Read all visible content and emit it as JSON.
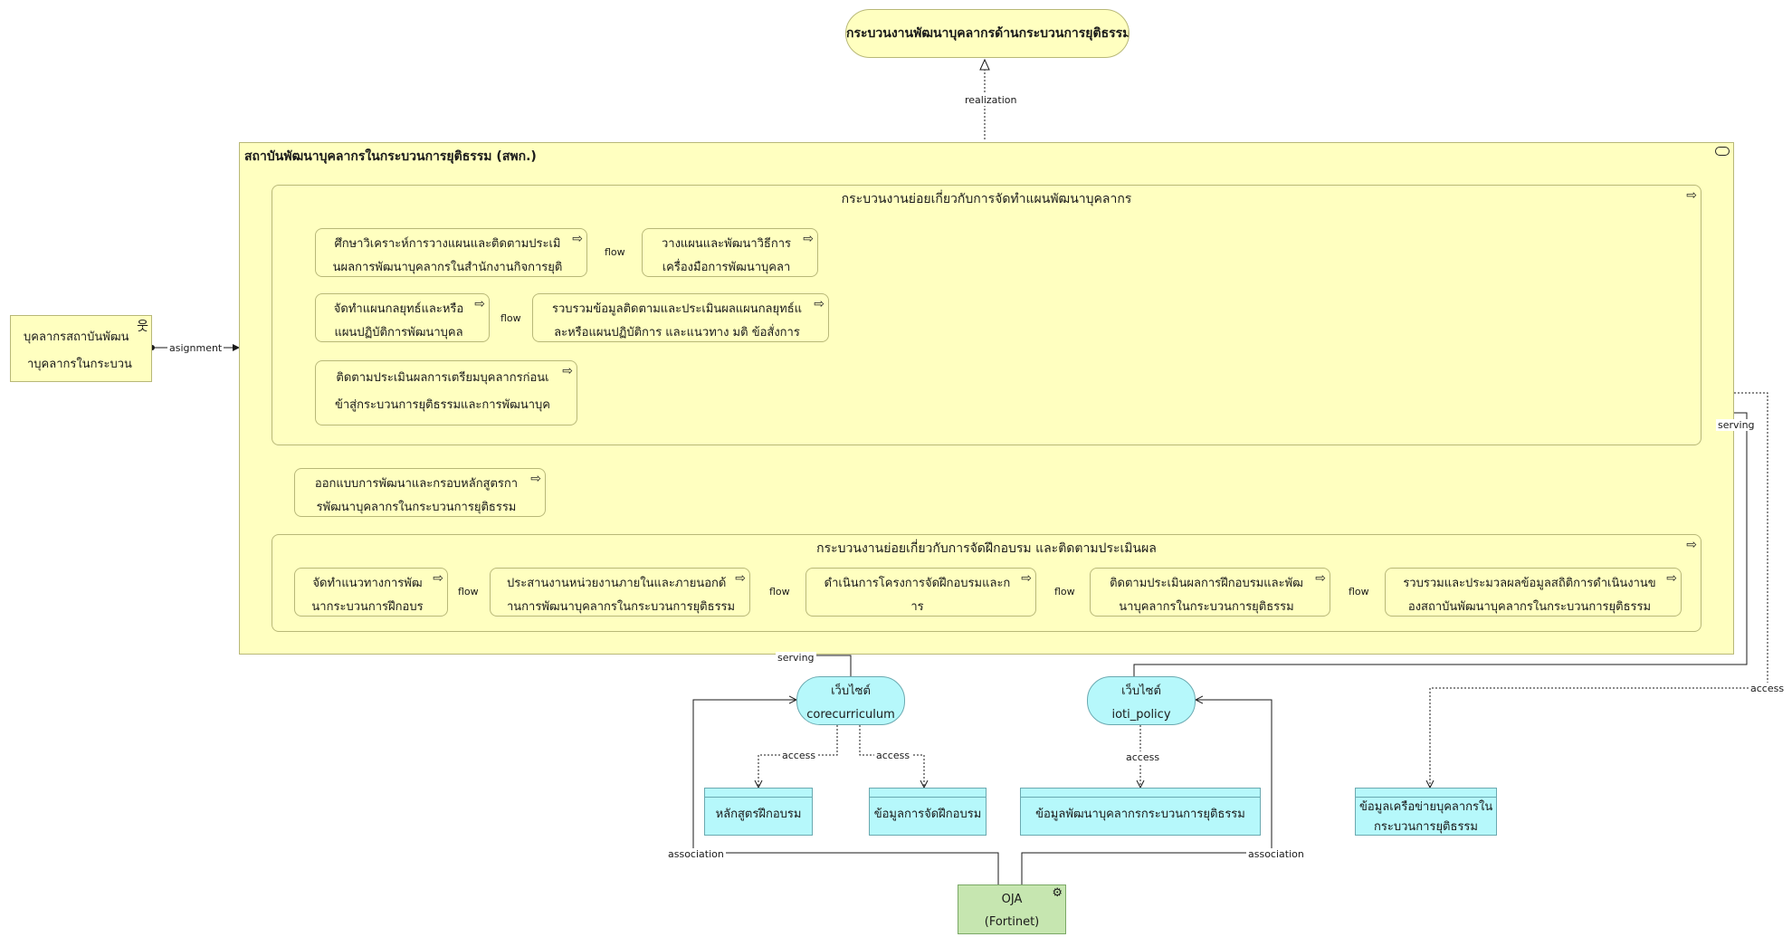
{
  "business_service": {
    "label": "กระบวนงานพัฒนาบุคลากรด้านกระบวนการยุติธรรม"
  },
  "actor": {
    "line1": "บุคลากรสถาบันพัฒน",
    "line2": "าบุคลากรในกระบวน",
    "icon": "actor-icon"
  },
  "institute": {
    "label": "สถาบันพัฒนาบุคลากรในกระบวนการยุติธรรม (สพก.)",
    "icon": "business-role-icon"
  },
  "group_plan": {
    "title": "กระบวนงานย่อยเกี่ยวกับการจัดทำแผนพัฒนาบุคลากร",
    "p1": {
      "l1": "ศึกษาวิเคราะห์การวางแผนและติดตามประเมิ",
      "l2": "นผลการพัฒนาบุคลากรในสำนักงานกิจการยุติ"
    },
    "p2": {
      "l1": "วางแผนและพัฒนาวิธีการ",
      "l2": "เครื่องมือการพัฒนาบุคลา"
    },
    "p3": {
      "l1": "จัดทำแผนกลยุทธ์และหรือ",
      "l2": "แผนปฏิบัติการพัฒนาบุคล"
    },
    "p4": {
      "l1": "รวบรวมข้อมูลติดตามและประเมินผลแผนกลยุทธ์แ",
      "l2": "ละหรือแผนปฏิบัติการ และแนวทาง มติ ข้อสั่งการ"
    },
    "p5": {
      "l1": "ติดตามประเมินผลการเตรียมบุคลากรก่อนเ",
      "l2": "ข้าสู่กระบวนการยุติธรรมและการพัฒนาบุค"
    }
  },
  "curriculum_design": {
    "l1": "ออกแบบการพัฒนาและกรอบหลักสูตรกา",
    "l2": "รพัฒนาบุคลากรในกระบวนการยุติธรรม"
  },
  "group_training": {
    "title": "กระบวนงานย่อยเกี่ยวกับการจัดฝึกอบรม และติดตามประเมินผล",
    "t1": {
      "l1": "จัดทำแนวทางการพัฒ",
      "l2": "นากระบวนการฝึกอบร"
    },
    "t2": {
      "l1": "ประสานงานหน่วยงานภายในและภายนอกด้",
      "l2": "านการพัฒนาบุคลากรในกระบวนการยุติธรรม"
    },
    "t3": {
      "l1": "ดำเนินการโครงการจัดฝึกอบรมและก",
      "l2": "าร"
    },
    "t4": {
      "l1": "ติดตามประเมินผลการฝึกอบรมและพัฒ",
      "l2": "นาบุคลากรในกระบวนการยุติธรรม"
    },
    "t5": {
      "l1": "รวบรวมและประมวลผลข้อมูลสถิติการดำเนินงานข",
      "l2": "องสถาบันพัฒนาบุคลากรในกระบวนการยุติธรรม"
    }
  },
  "services": {
    "web1": {
      "l1": "เว็บไซต์",
      "l2": "corecurriculum"
    },
    "web2": {
      "l1": "เว็บไซต์",
      "l2": "ioti_policy"
    }
  },
  "data_objects": {
    "d1": "หลักสูตรฝึกอบรม",
    "d2": "ข้อมูลการจัดฝึกอบรม",
    "d3": "ข้อมูลพัฒนาบุคลากรกระบวนการยุติธรรม",
    "d4": {
      "l1": "ข้อมูลเครือข่ายบุคลากรใน",
      "l2": "กระบวนการยุติธรรม"
    }
  },
  "node": {
    "l1": "OJA",
    "l2": "(Fortinet)",
    "icon": "node-icon"
  },
  "relations": {
    "realization": "realization",
    "assignment": "asignment",
    "flow": "flow",
    "serving": "serving",
    "access": "access",
    "association": "association"
  },
  "icons": {
    "process": "process-arrow-icon",
    "actor": "actor-icon"
  },
  "colors": {
    "business": "#ffffc0",
    "application": "#b6f8fb",
    "technology": "#c6e6b0",
    "line": "#1a1a1a"
  }
}
